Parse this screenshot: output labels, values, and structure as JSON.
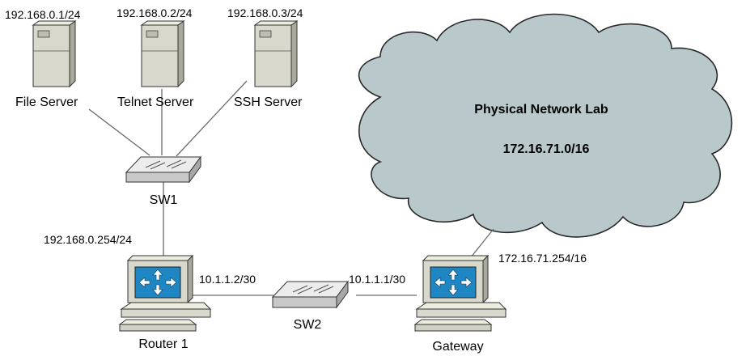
{
  "servers": [
    {
      "name": "File Server",
      "ip": "192.168.0.1/24"
    },
    {
      "name": "Telnet Server",
      "ip": "192.168.0.2/24"
    },
    {
      "name": "SSH Server",
      "ip": "192.168.0.3/24"
    }
  ],
  "switches": {
    "sw1": {
      "name": "SW1"
    },
    "sw2": {
      "name": "SW2"
    }
  },
  "routers": {
    "router1": {
      "name": "Router 1",
      "lan_ip": "192.168.0.254/24",
      "wan_ip": "10.1.1.2/30"
    },
    "gateway": {
      "name": "Gateway",
      "wan_ip": "10.1.1.1/30",
      "lab_ip": "172.16.71.254/16"
    }
  },
  "cloud": {
    "title": "Physical Network Lab",
    "subnet": "172.16.71.0/16"
  },
  "colors": {
    "cloud_fill": "#b9c9cb",
    "server_body": "#d8d8cc",
    "monitor_body": "#d8d8cc",
    "router_screen": "#1f86c4",
    "switch_body": "#d4d4d4"
  }
}
